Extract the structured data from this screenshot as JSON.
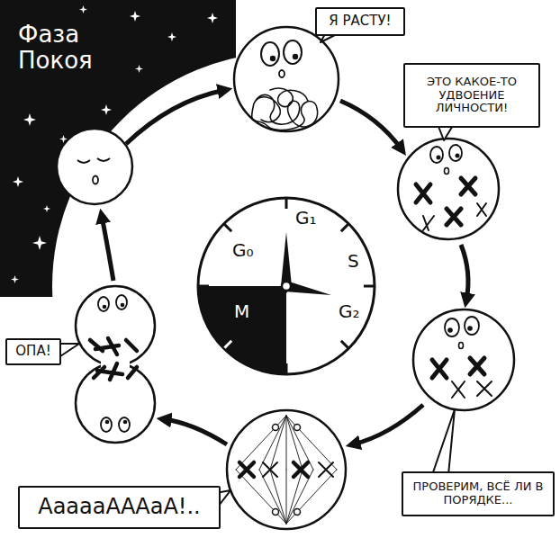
{
  "diagram": {
    "nodes": [
      {
        "text": [
          "Фаза Покоя"
        ]
      },
      {
        "text": [
          "Я РАСТУ!"
        ]
      },
      {
        "text": [
          "ЭТО КАКОЕ-ТО УДВОЕНИЕ ЛИЧНОСТИ!"
        ]
      },
      {
        "text": [
          "G₁",
          "S",
          "G₂",
          "M",
          "G₀"
        ]
      },
      {
        "text": [
          "ОПА!"
        ]
      },
      {
        "text": [
          "ПРОВЕРИМ, ВСЁ ЛИ В ПОРЯДКЕ..."
        ]
      },
      {
        "text": [
          "АааааАААаА!.."
        ]
      }
    ]
  }
}
